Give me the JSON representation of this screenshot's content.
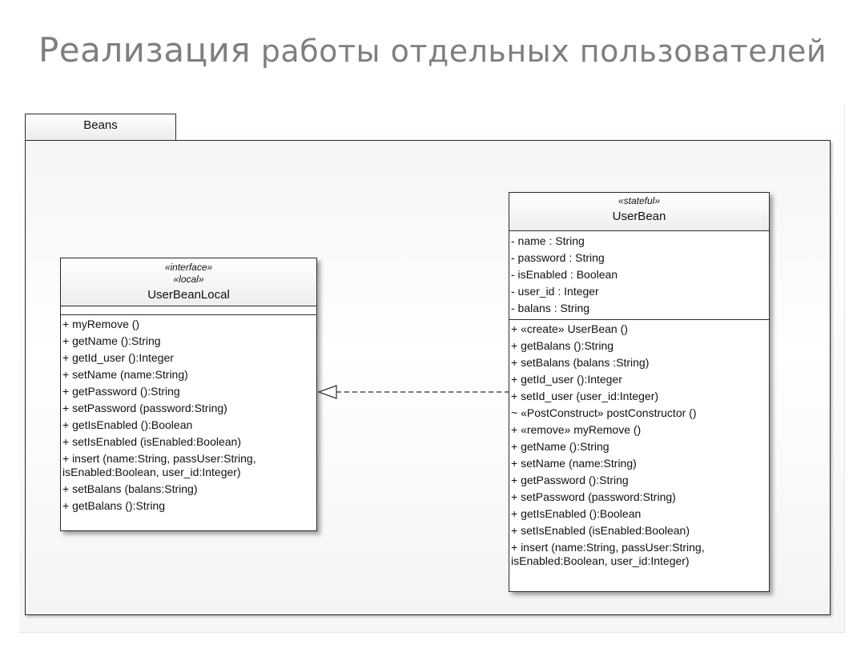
{
  "title": {
    "first_word": "Реализация",
    "rest": "работы отдельных пользователей"
  },
  "package": {
    "name": "Beans"
  },
  "interface_class": {
    "stereotypes": [
      "«interface»",
      "«local»"
    ],
    "name": "UserBeanLocal",
    "attributes": [],
    "operations": [
      "+ myRemove ()",
      "+ getName ():String",
      "+ getId_user ():Integer",
      "+ setName (name:String)",
      "+ getPassword ():String",
      "+ setPassword (password:String)",
      "+ getIsEnabled ():Boolean",
      "+ setIsEnabled (isEnabled:Boolean)",
      "+ insert (name:String, passUser:String, isEnabled:Boolean, user_id:Integer)",
      "+ setBalans (balans:String)",
      "+ getBalans ():String"
    ]
  },
  "bean_class": {
    "stereotypes": [
      "«stateful»"
    ],
    "name": "UserBean",
    "attributes": [
      "- name : String",
      "- password : String",
      "- isEnabled : Boolean",
      "- user_id : Integer",
      "- balans : String"
    ],
    "operations": [
      "+ «create» UserBean ()",
      "+ getBalans ():String",
      "+ setBalans (balans :String)",
      "+ getId_user ():Integer",
      "+ setId_user (user_id:Integer)",
      "~ «PostConstruct» postConstructor ()",
      "+ «remove» myRemove ()",
      "+ getName ():String",
      "+ setName (name:String)",
      "+ getPassword ():String",
      "+ setPassword (password:String)",
      "+ getIsEnabled ():Boolean",
      "+ setIsEnabled (isEnabled:Boolean)",
      "+ insert (name:String, passUser:String, isEnabled:Boolean, user_id:Integer)"
    ]
  },
  "relationship": {
    "type": "realization",
    "from": "UserBean",
    "to": "UserBeanLocal"
  }
}
